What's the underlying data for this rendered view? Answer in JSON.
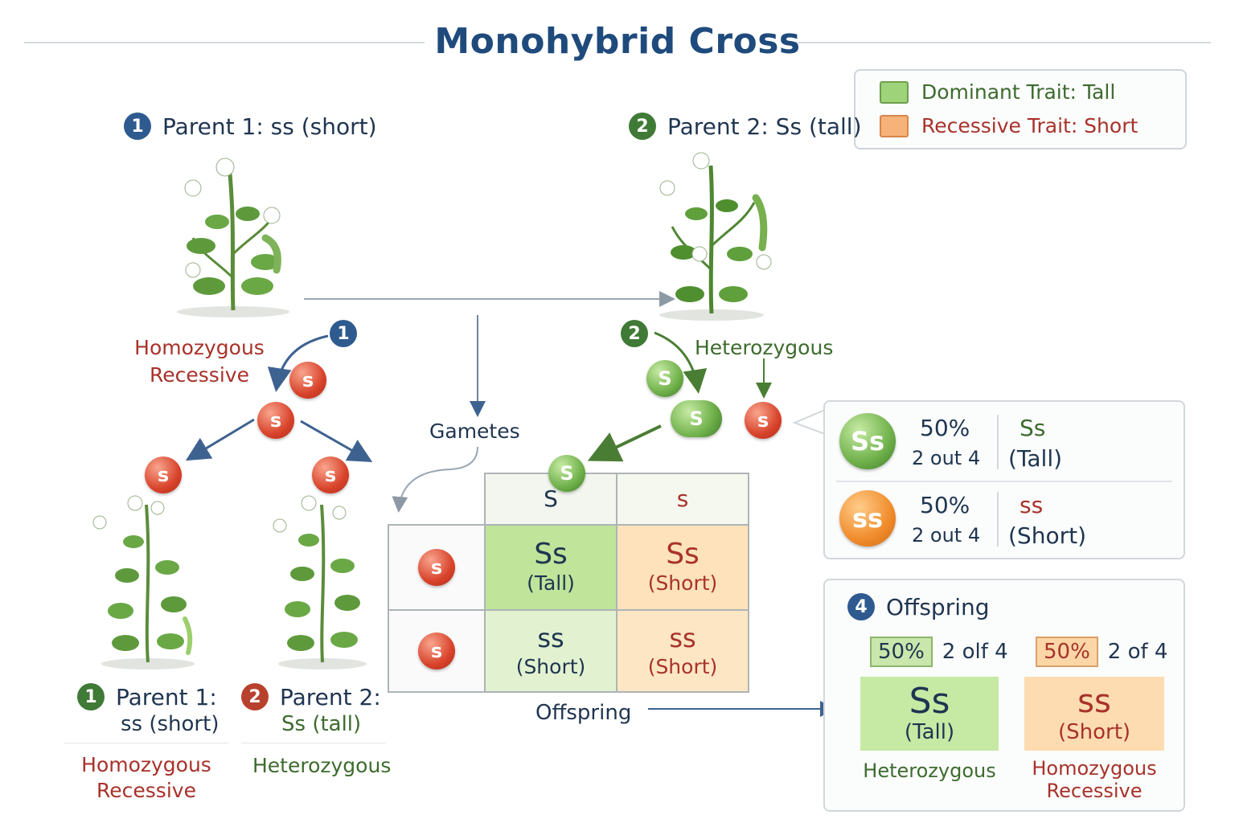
{
  "title": "Monohybrid Cross",
  "legend": {
    "dominant": {
      "label": "Dominant Trait: Tall",
      "color": "#9fd37a"
    },
    "recessive": {
      "label": "Recessive Trait: Short",
      "color": "#f7b27a"
    }
  },
  "parent1": {
    "num": "1",
    "label": "Parent 1: ss (short)",
    "type_line1": "Homozygous",
    "type_line2": "Recessive"
  },
  "parent2": {
    "num": "2",
    "label": "Parent 2: Ss (tall)",
    "type": "Heterozygous"
  },
  "gametes_label": "Gametes",
  "alleles": {
    "recessive": "s",
    "dominant": "S"
  },
  "punnett": {
    "col_headers": [
      "S",
      "s"
    ],
    "row_headers": [
      "s",
      "s"
    ],
    "cells": [
      [
        {
          "genotype": "Ss",
          "phenotype": "(Tall)"
        },
        {
          "genotype": "Ss",
          "phenotype": "(Short)"
        }
      ],
      [
        {
          "genotype": "ss",
          "phenotype": "(Short)"
        },
        {
          "genotype": "ss",
          "phenotype": "(Short)"
        }
      ]
    ]
  },
  "offspring_arrow_label": "Offspring",
  "ratios": [
    {
      "ball": "Ss",
      "pct": "50%",
      "frac": "2 out 4",
      "genotype": "Ss",
      "phenotype": "(Tall)"
    },
    {
      "ball": "ss",
      "pct": "50%",
      "frac": "2 out 4",
      "genotype": "ss",
      "phenotype": "(Short)"
    }
  ],
  "offspring_panel": {
    "num": "4",
    "title": "Offspring",
    "left": {
      "pct": "50%",
      "count": "2 olf 4",
      "genotype": "Ss",
      "phenotype": "(Tall)",
      "type": "Heterozygous"
    },
    "right": {
      "pct": "50%",
      "count": "2 of 4",
      "genotype": "ss",
      "phenotype": "(Short)",
      "type_line1": "Homozygous",
      "type_line2": "Recessive"
    }
  },
  "bottom": {
    "p1": {
      "num": "1",
      "label1": "Parent 1:",
      "label2": "ss (short)",
      "type_line1": "Homozygous",
      "type_line2": "Recessive"
    },
    "p2": {
      "num": "2",
      "label1": "Parent 2:",
      "label2": "Ss (tall)",
      "type": "Heterozygous"
    }
  }
}
